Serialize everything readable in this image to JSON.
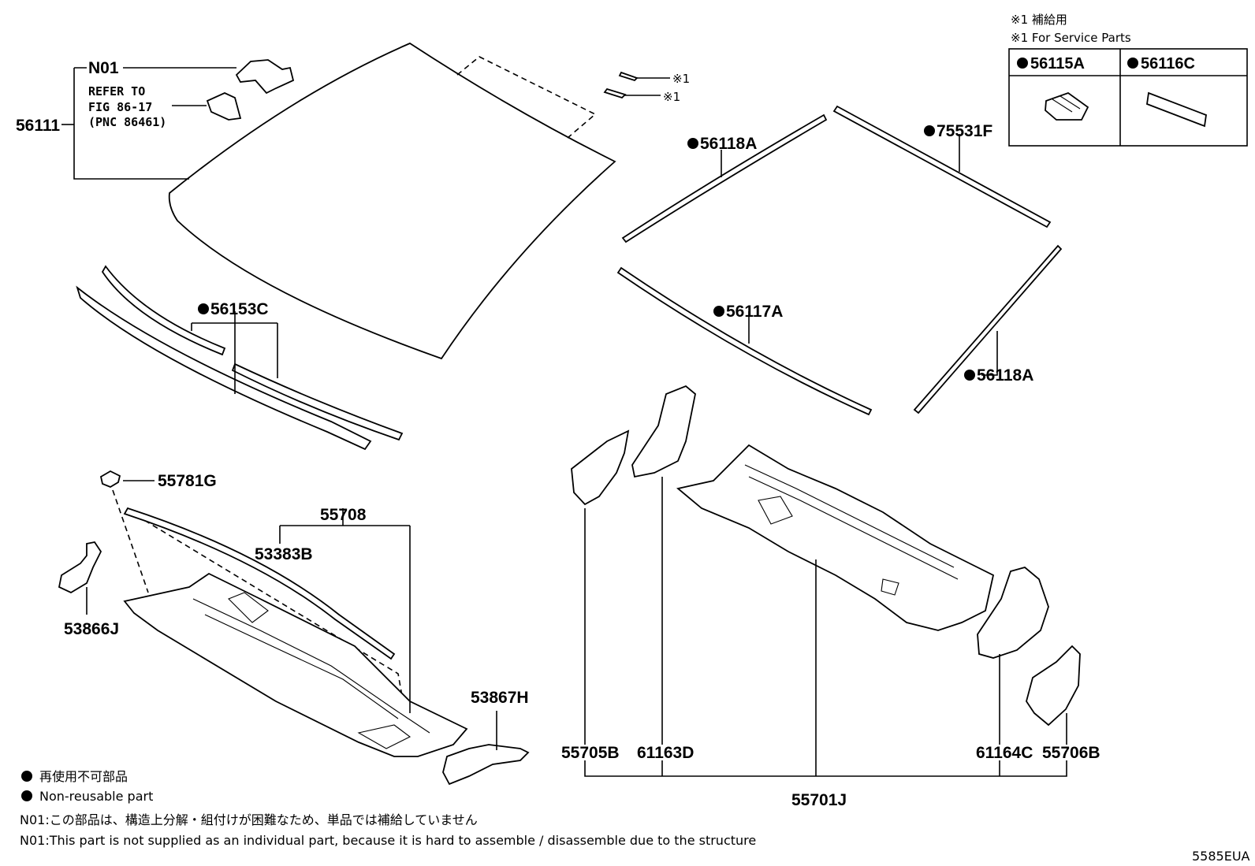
{
  "labels": {
    "n01": "N01",
    "refer1": "REFER TO",
    "refer2": "FIG 86-17",
    "refer3": "(PNC 86461)",
    "p56111": "56111",
    "x1a": "※1",
    "x1b": "※1",
    "p56118A_top": "56118A",
    "p75531F": "75531F",
    "p56117A": "56117A",
    "p56118A_right": "56118A",
    "p56153C": "56153C",
    "p55781G": "55781G",
    "p55708": "55708",
    "p53383B": "53383B",
    "p53866J": "53866J",
    "p53867H": "53867H",
    "p55705B": "55705B",
    "p61163D": "61163D",
    "p61164C": "61164C",
    "p55706B": "55706B",
    "p55701J": "55701J"
  },
  "service": {
    "title_jp": "※1 補給用",
    "title_en": "※1 For Service Parts",
    "col1": "56115A",
    "col2": "56116C"
  },
  "notes": {
    "legend_jp": "再使用不可部品",
    "legend_en": "Non-reusable part",
    "n01_jp": "N01:この部品は、構造上分解・組付けが困難なため、単品では補給していません",
    "n01_en": "N01:This part is not supplied as an individual part, because it is hard to assemble / disassemble due to the structure"
  },
  "diagram_id": "5585EUA",
  "colors": {
    "ink": "#000000",
    "paper": "#ffffff"
  }
}
